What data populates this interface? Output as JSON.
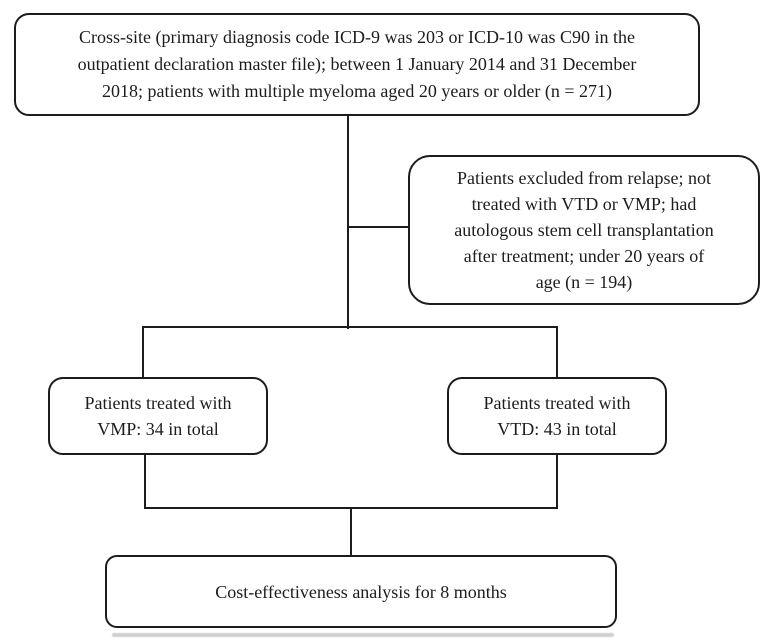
{
  "figure": {
    "type": "flowchart",
    "background_color": "#ffffff",
    "line_color": "#1c1c1c",
    "nodes": {
      "source": {
        "lines": [
          "Cross-site (primary diagnosis code ICD-9 was 203 or ICD-10 was C90 in the",
          "outpatient declaration master file); between 1 January 2014 and 31 December",
          "2018; patients with multiple myeloma aged 20 years or older (n = 271)"
        ],
        "n": 271
      },
      "excluded": {
        "lines": [
          "Patients excluded from relapse; not",
          "treated with VTD or VMP; had",
          "autologous stem cell transplantation",
          "after treatment; under 20 years of",
          "age (n = 194)"
        ],
        "n": 194
      },
      "vmp": {
        "lines": [
          "Patients treated with",
          "VMP: 34 in total"
        ],
        "n": 34
      },
      "vtd": {
        "lines": [
          "Patients treated with",
          "VTD: 43 in total"
        ],
        "n": 43
      },
      "analysis": {
        "lines": [
          "Cost-effectiveness analysis for 8 months"
        ],
        "duration_months": 8
      }
    }
  }
}
